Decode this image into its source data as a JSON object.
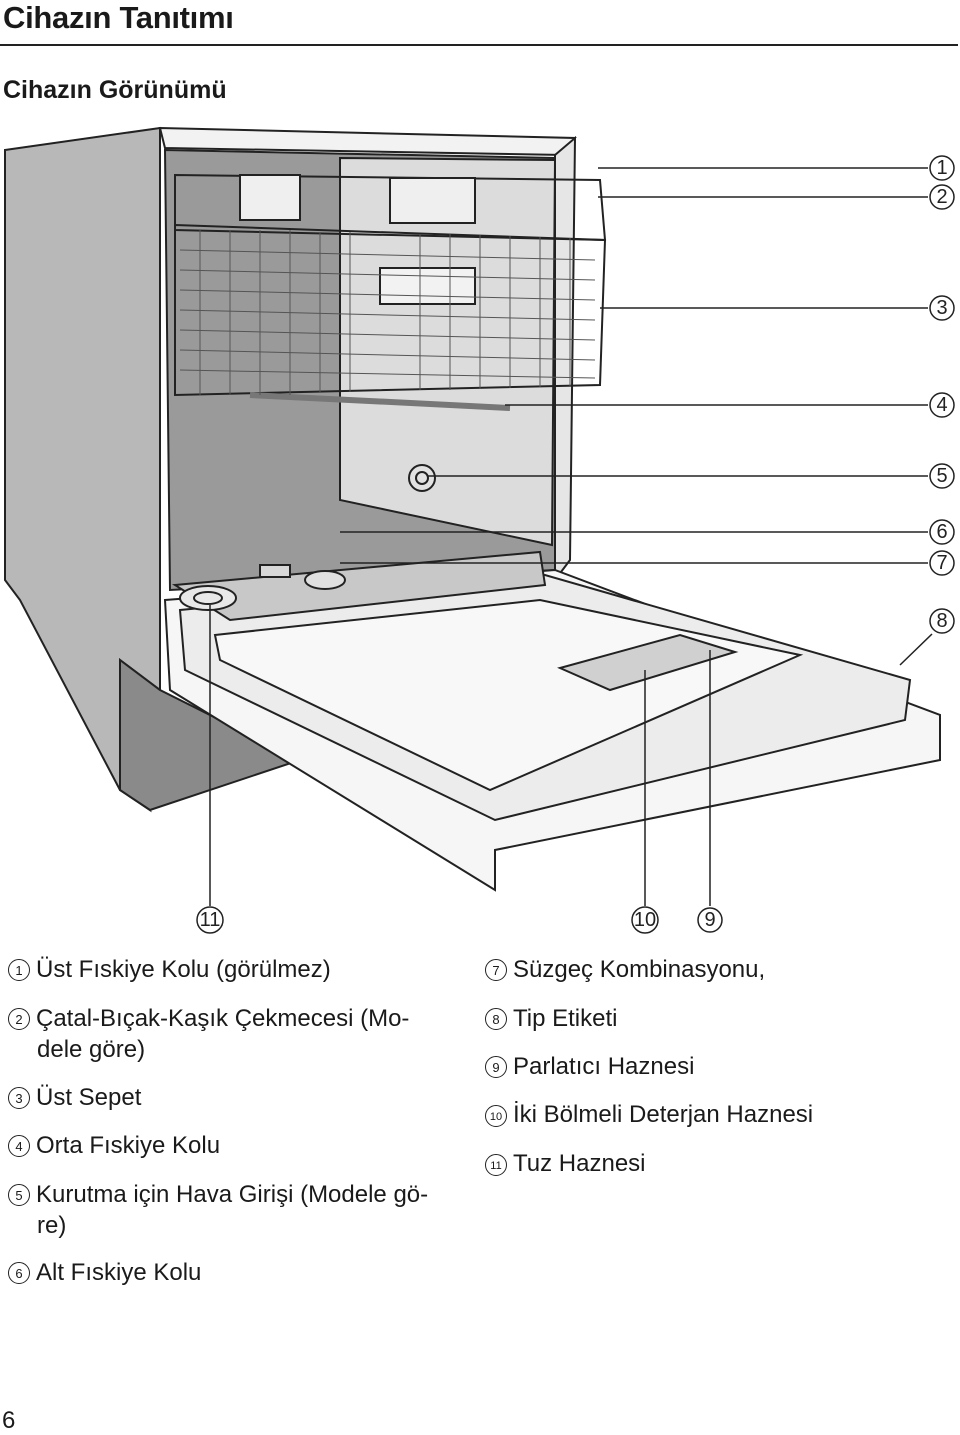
{
  "header": {
    "title": "Cihazın Tanıtımı",
    "subtitle": "Cihazın Görünümü"
  },
  "figure": {
    "callouts_right": [
      "1",
      "2",
      "3",
      "4",
      "5",
      "6",
      "7",
      "8"
    ],
    "callouts_bottom": [
      "11",
      "10",
      "9"
    ]
  },
  "legend": {
    "left": [
      {
        "num": "1",
        "lines": [
          "Üst Fıskiye Kolu (görülmez)"
        ]
      },
      {
        "num": "2",
        "lines": [
          "Çatal-Bıçak-Kaşık Çekmecesi (Mo-",
          "dele göre)"
        ]
      },
      {
        "num": "3",
        "lines": [
          "Üst Sepet"
        ]
      },
      {
        "num": "4",
        "lines": [
          "Orta Fıskiye Kolu"
        ]
      },
      {
        "num": "5",
        "lines": [
          "Kurutma için Hava Girişi (Modele gö-",
          "re)"
        ]
      },
      {
        "num": "6",
        "lines": [
          "Alt Fıskiye Kolu"
        ]
      }
    ],
    "right": [
      {
        "num": "7",
        "lines": [
          "Süzgeç Kombinasyonu,"
        ]
      },
      {
        "num": "8",
        "lines": [
          "Tip Etiketi"
        ]
      },
      {
        "num": "9",
        "lines": [
          "Parlatıcı Haznesi"
        ]
      },
      {
        "num": "10",
        "lines": [
          "İki Bölmeli Deterjan Haznesi"
        ]
      },
      {
        "num": "11",
        "lines": [
          "Tuz Haznesi"
        ]
      }
    ]
  },
  "footer": {
    "page_number": "6"
  }
}
